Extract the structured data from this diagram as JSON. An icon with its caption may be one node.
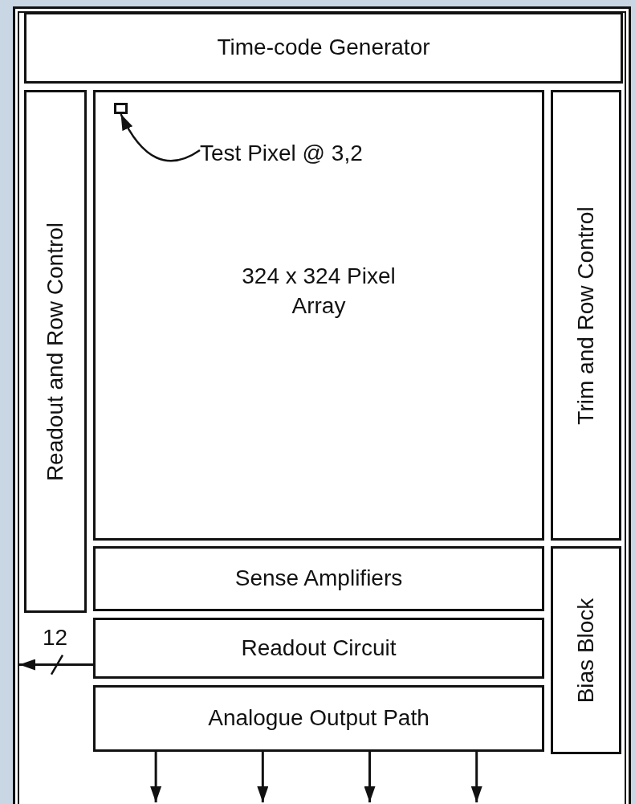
{
  "diagram": {
    "nodes": [
      {
        "text": [
          "Time-code Generator"
        ]
      },
      {
        "text": [
          "Readout and Row Control"
        ]
      },
      {
        "text": [
          "324 x 324 Pixel Array"
        ]
      },
      {
        "text": [
          "Test Pixel @ 3,2"
        ],
        "in": 2
      },
      {
        "text": [],
        "shape": "box",
        "in": 2
      },
      {
        "text": [
          "Trim and Row Control"
        ]
      },
      {
        "text": [
          "Sense Amplifiers"
        ]
      },
      {
        "text": [
          "Bias Block"
        ]
      },
      {
        "text": [
          "Readout Circuit"
        ]
      },
      {
        "text": [
          "Analogue Output Path"
        ]
      }
    ],
    "edges": [
      {
        "from": 3,
        "to": 4,
        "arrow": "to"
      },
      {
        "from": 8,
        "to": null,
        "arrow": "to",
        "label": "12"
      },
      {
        "from": 9,
        "to": null,
        "arrow": "to"
      },
      {
        "from": 9,
        "to": null,
        "arrow": "to"
      },
      {
        "from": 9,
        "to": null,
        "arrow": "to"
      },
      {
        "from": 9,
        "to": null,
        "arrow": "to"
      }
    ]
  }
}
